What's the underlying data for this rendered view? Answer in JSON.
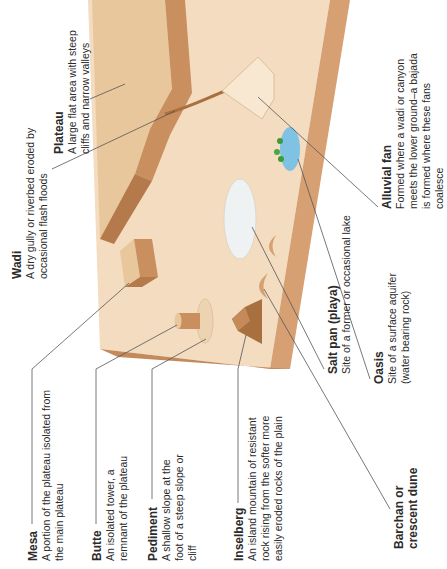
{
  "diagram": {
    "labels": [
      "Mesa",
      "A portion of the plateau isolated from the main plateau",
      "Butte",
      "An isolated tower, a remnant of the plateau",
      "Pediment",
      "A shallow slope at the foot of a steep slope or cliff",
      "Inselberg",
      "An island mountain of resistant rock rising from the softer more easily eroded rocks of the plain",
      "Wadi",
      "A dry gully or riverbed eroded by occasional flash floods",
      "Plateau",
      "A large flat area with steep cliffs and narrow valleys",
      "Alluvial fan",
      "Formed where a wadi or canyon meets the lower ground–a bajada is formed where these fans coalesce",
      "Salt pan (playa)",
      "Site of a former or occasional lake",
      "Oasis",
      "Site of a surface aquifer (water bearing rock)",
      "Barchan or crescent dune"
    ]
  }
}
